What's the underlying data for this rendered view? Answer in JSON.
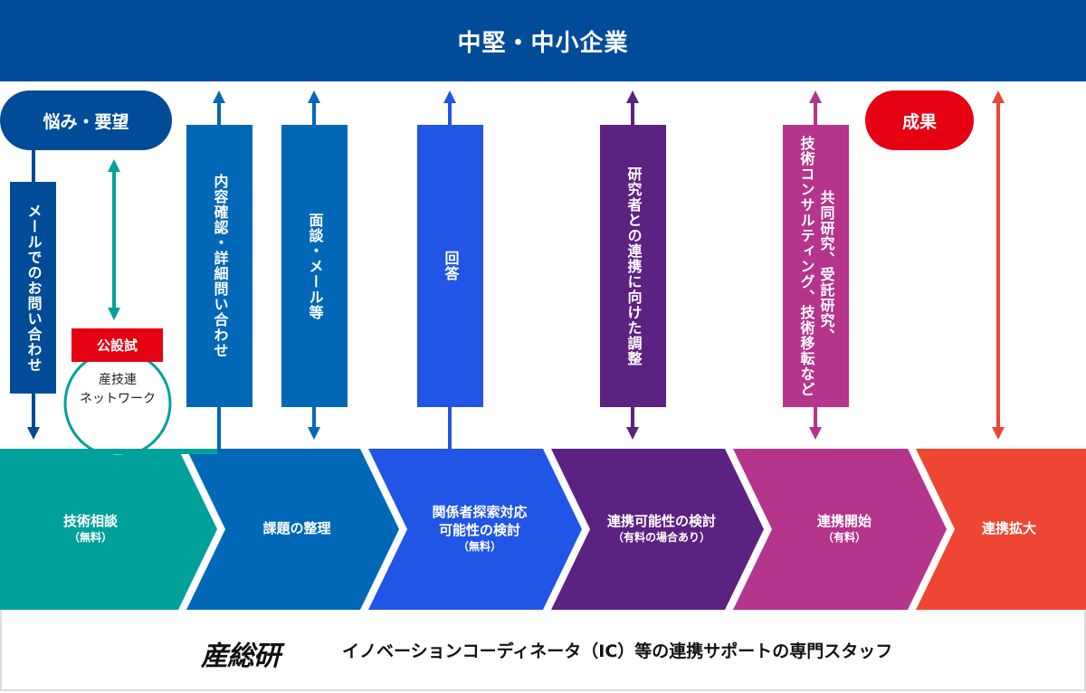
{
  "header": {
    "title": "中堅・中小企業"
  },
  "colors": {
    "header_bg": "#004c99",
    "pill_concern": "#004c99",
    "pill_result": "#e50012",
    "kosetsu": "#e50012",
    "teal": "#00a19a",
    "blue_mid": "#0068b7",
    "blue_bright": "#2155e6",
    "purple": "#5c2281",
    "magenta": "#b5348c",
    "red_orange": "#ee4634"
  },
  "top_labels": {
    "concern": "悩み・要望",
    "result": "成果"
  },
  "vertical_labels": [
    {
      "id": "email-inquiry",
      "text": "メールでのお問い合わせ"
    },
    {
      "id": "content-confirm",
      "text": "内容確認・詳細問い合わせ"
    },
    {
      "id": "interview-email",
      "text": "面談・メール等"
    },
    {
      "id": "answer",
      "text": "回答"
    },
    {
      "id": "researcher-coordination",
      "text": "研究者との連携に向けた調整"
    },
    {
      "id": "joint-research",
      "line1": "共同研究、受託研究、",
      "line2": "技術コンサルティング、技術移転など"
    }
  ],
  "network": {
    "badge": "公設試",
    "line1": "産技連",
    "line2": "ネットワーク"
  },
  "steps": [
    {
      "title": "技術相談",
      "sub": "（無料）"
    },
    {
      "title": "課題の整理",
      "sub": ""
    },
    {
      "title": "関係者探索対応",
      "title2": "可能性の検討",
      "sub": "（無料）"
    },
    {
      "title": "連携可能性の検討",
      "sub": "（有料の場合あり）"
    },
    {
      "title": "連携開始",
      "sub": "（有料）"
    },
    {
      "title": "連携拡大",
      "sub": ""
    }
  ],
  "footer": {
    "logo": "産総研",
    "text": "イノベーションコーディネータ（IC）等の連携サポートの専門スタッフ"
  }
}
